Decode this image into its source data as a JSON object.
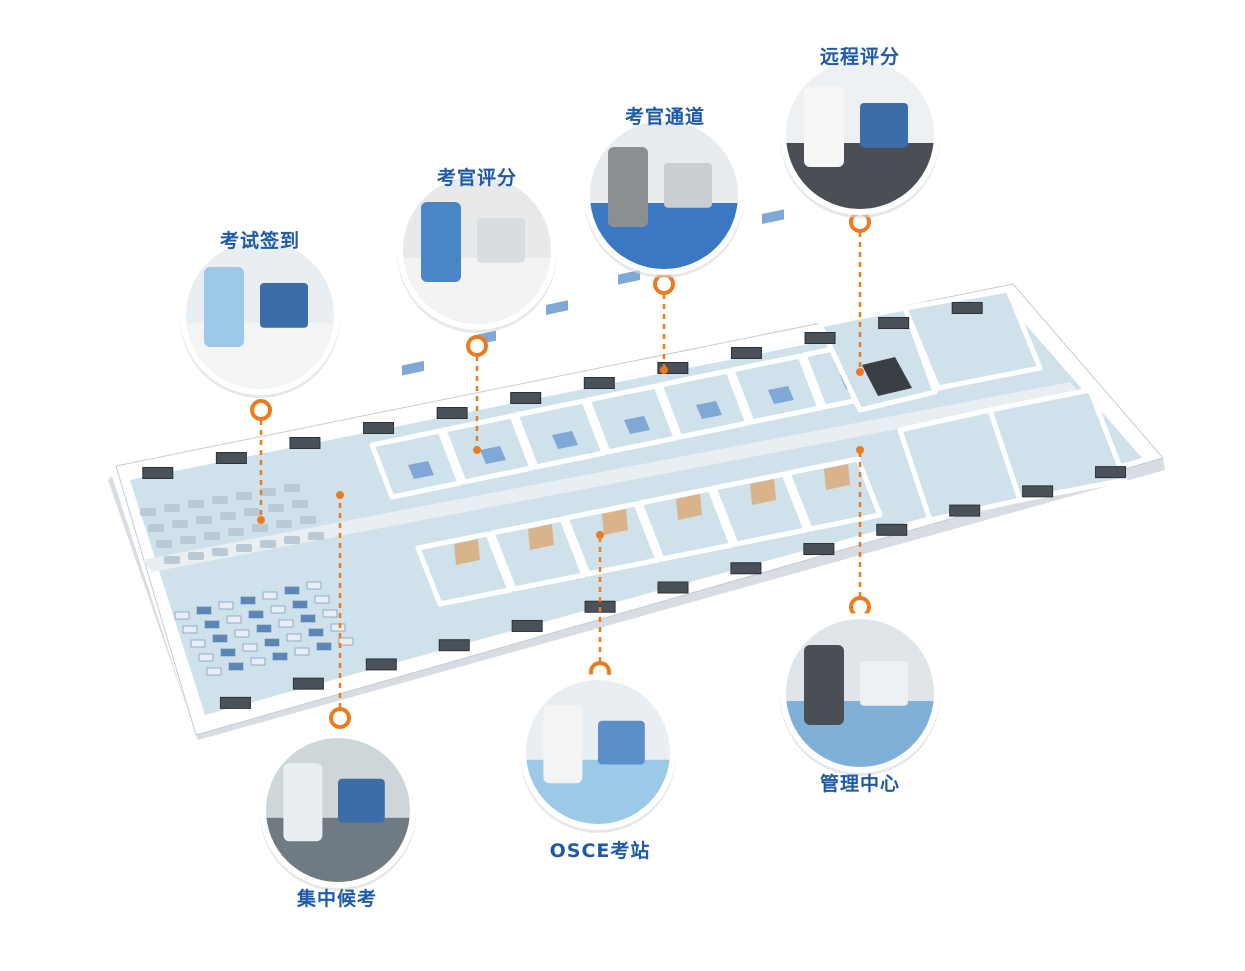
{
  "colors": {
    "label": "#1e5aa6",
    "connector": "#ee7a1e",
    "wall": "#ffffff",
    "floor": "#cfe2ec",
    "exam_bed": "#7fa8d6",
    "cabinet": "#d9b48a",
    "seat": "#b9c9d6",
    "desk": "#5d86b6"
  },
  "callouts": [
    {
      "id": "exam-checkin",
      "label": "考试签到",
      "photo": "photo-checkin"
    },
    {
      "id": "examiner-scoring",
      "label": "考官评分",
      "photo": "photo-tablet-scoring"
    },
    {
      "id": "examiner-corridor",
      "label": "考官通道",
      "photo": "photo-corridor"
    },
    {
      "id": "remote-scoring",
      "label": "远程评分",
      "photo": "photo-phone-scoring"
    },
    {
      "id": "waiting-hall",
      "label": "集中候考",
      "photo": "photo-waiting-hall"
    },
    {
      "id": "osce-station",
      "label": "OSCE考站",
      "photo": "photo-osce-ward"
    },
    {
      "id": "control-center",
      "label": "管理中心",
      "photo": "photo-control-room"
    }
  ]
}
